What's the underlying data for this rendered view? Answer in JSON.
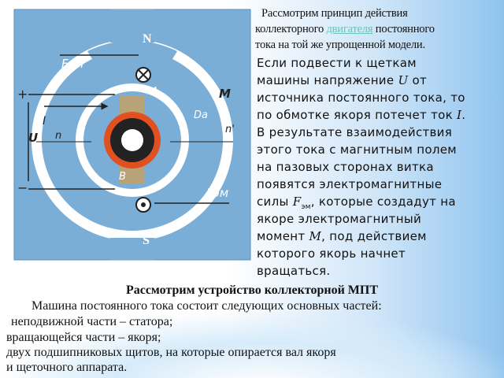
{
  "diagram": {
    "labels": {
      "north": "N",
      "south": "S",
      "force_top": "Fэм",
      "force_bottom": "Fэм",
      "brush_a": "A",
      "brush_b": "B",
      "moment": "M",
      "diameter": "Da",
      "current": "I",
      "voltage": "U",
      "plus": "+",
      "minus": "−",
      "n": "n",
      "n_prime": "n'"
    }
  },
  "intro": {
    "line1": "Рассмотрим принцип действия",
    "line2_a": "коллекторного",
    "line2_link": "двигателя",
    "line2_b": "постоянного",
    "line3": "тока на той же упрощенной модели."
  },
  "body": {
    "l1": "Если подвести к щеткам",
    "l2_a": "машины напряжение",
    "l2_u": "U",
    "l2_b": "от",
    "l3": "источника постоянного тока, то",
    "l4_a": "по обмотке якоря потечет ток",
    "l4_i": "I",
    "l4_b": ".",
    "l5": "В результате взаимодействия",
    "l6": "этого тока с магнитным полем",
    "l7": "на пазовых сторонах витка",
    "l8": "появятся электромагнитные",
    "l9_a": "силы",
    "l9_f": "F",
    "l9_sub": "эм",
    "l9_b": ", которые создадут на",
    "l10": "якоре электромагнитный",
    "l11_a": "момент",
    "l11_m": "M",
    "l11_b": ", под действием",
    "l12": "которого якорь начнет",
    "l13": "вращаться."
  },
  "bottom": {
    "title": "Рассмотрим устройство коллекторной МПТ",
    "l1": "Машина постоянного тока состоит следующих основных частей:",
    "l2": "неподвижной части – статора;",
    "l3": "вращающейся части – якоря;",
    "l4": "двух подшипниковых щитов, на которые опирается вал якоря",
    "l5": "и щеточного аппарата."
  }
}
